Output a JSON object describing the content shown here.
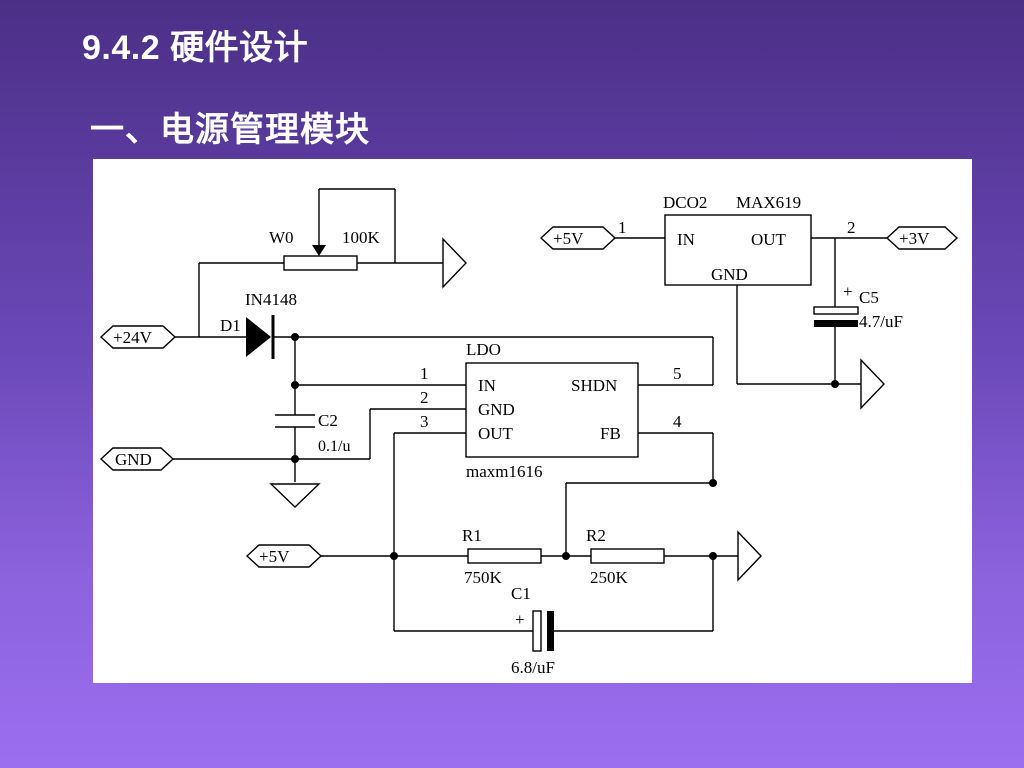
{
  "slide": {
    "section_title": "9.4.2  硬件设计",
    "subtitle": "一、电源管理模块"
  },
  "diagram": {
    "ports": {
      "p24v": "+24V",
      "gnd": "GND",
      "p5v_left": "+5V",
      "p5v_top": "+5V",
      "p3v": "+3V"
    },
    "components": {
      "w0": "W0",
      "w0_value": "100K",
      "d1_part": "IN4148",
      "d1": "D1",
      "c2": "C2",
      "c2_value": "0.1/u",
      "ldo_title": "LDO",
      "ldo_in": "IN",
      "ldo_gnd": "GND",
      "ldo_out": "OUT",
      "ldo_shdn": "SHDN",
      "ldo_fb": "FB",
      "ldo_part": "maxm1616",
      "pin1": "1",
      "pin2": "2",
      "pin3": "3",
      "pin4": "4",
      "pin5": "5",
      "r1": "R1",
      "r1_value": "750K",
      "r2": "R2",
      "r2_value": "250K",
      "c1": "C1",
      "c1_plus": "+",
      "c1_value": "6.8/uF",
      "dc_title": "DCO2",
      "dc_part": "MAX619",
      "dc_in": "IN",
      "dc_out": "OUT",
      "dc_gnd": "GND",
      "dc_pin1": "1",
      "dc_pin2": "2",
      "c5": "C5",
      "c5_plus": "+",
      "c5_value": "4.7/uF"
    }
  }
}
